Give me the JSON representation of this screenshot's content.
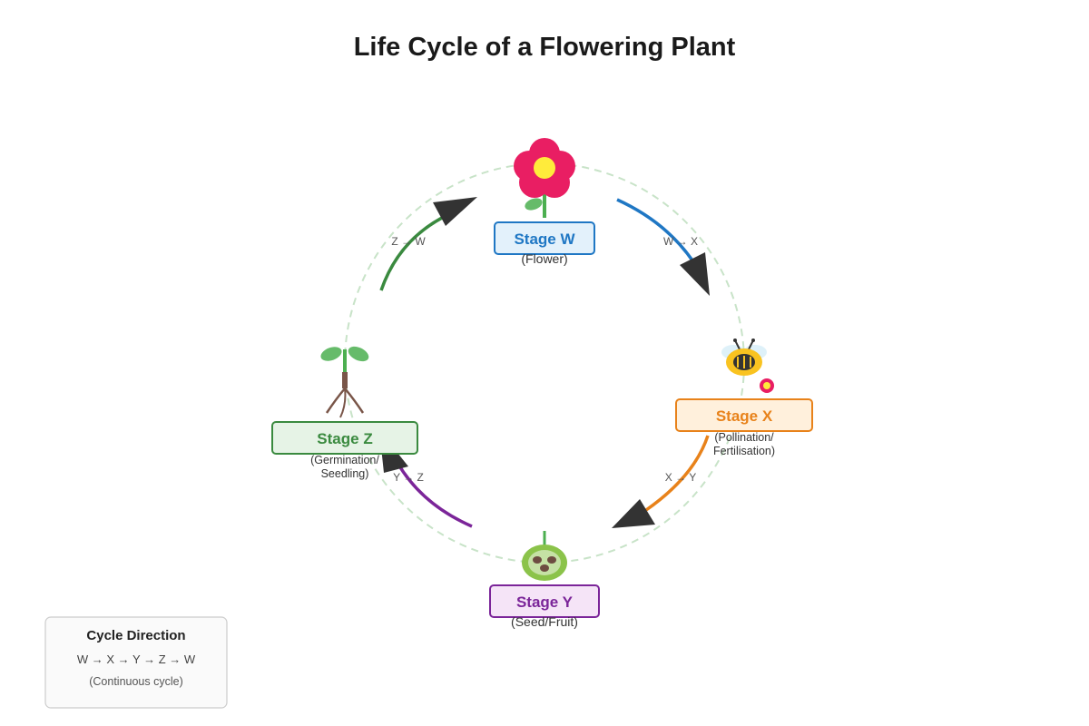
{
  "title": "Life Cycle of a Flowering Plant",
  "stages": {
    "w": {
      "label": "Stage W",
      "sub": "(Flower)",
      "color": "#1f77c4",
      "fill": "#e3f1fb",
      "icon": "flower-icon"
    },
    "x": {
      "label": "Stage X",
      "sub1": "(Pollination/",
      "sub2": "Fertilisation)",
      "color": "#e8821a",
      "fill": "#fff0dc",
      "icon": "bee-icon"
    },
    "y": {
      "label": "Stage Y",
      "sub": "(Seed/Fruit)",
      "color": "#7b2599",
      "fill": "#f5e4f7",
      "icon": "seed-fruit-icon"
    },
    "z": {
      "label": "Stage Z",
      "sub1": "(Germination/",
      "sub2": "Seedling)",
      "color": "#3a8a3f",
      "fill": "#e6f3e6",
      "icon": "seedling-icon"
    }
  },
  "arrows": {
    "w_x": {
      "label": "W → X",
      "color": "#1f77c4"
    },
    "x_y": {
      "label": "X → Y",
      "color": "#e8821a"
    },
    "y_z": {
      "label": "Y → Z",
      "color": "#7b2599"
    },
    "z_w": {
      "label": "Z → W",
      "color": "#3a8a3f"
    }
  },
  "legend": {
    "title": "Cycle Direction",
    "sequence": "W → X → Y → Z → W",
    "note": "(Continuous cycle)"
  }
}
